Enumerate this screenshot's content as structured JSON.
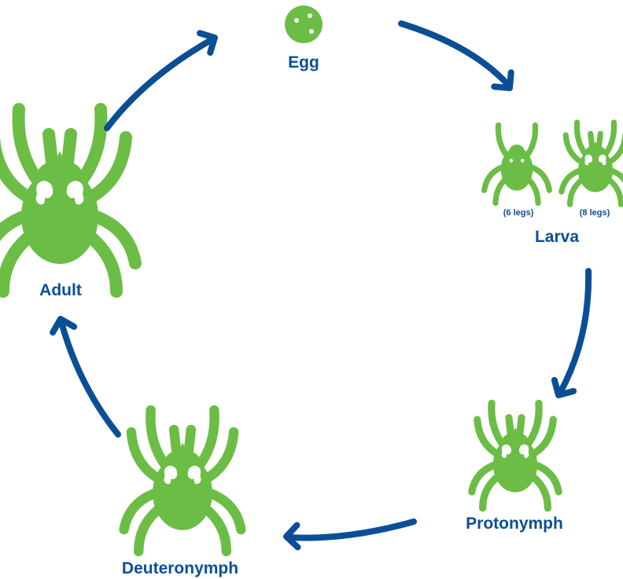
{
  "colors": {
    "arrow": "#0a4f96",
    "mite": "#6bbd45",
    "label": "#0a4f96"
  },
  "stages": {
    "egg": "Egg",
    "larva": "Larva",
    "larva_6": "(6 legs)",
    "larva_8": "(8 legs)",
    "protonymph": "Protonymph",
    "deuteronymph": "Deuteronymph",
    "adult": "Adult"
  },
  "icons": {
    "egg": "egg-icon",
    "larva_6": "six-legged-larva-icon",
    "larva_8": "eight-legged-larva-icon",
    "protonymph": "protonymph-mite-icon",
    "deuteronymph": "deuteronymph-mite-icon",
    "adult": "adult-mite-icon",
    "arrow": "cycle-arrow-icon"
  }
}
